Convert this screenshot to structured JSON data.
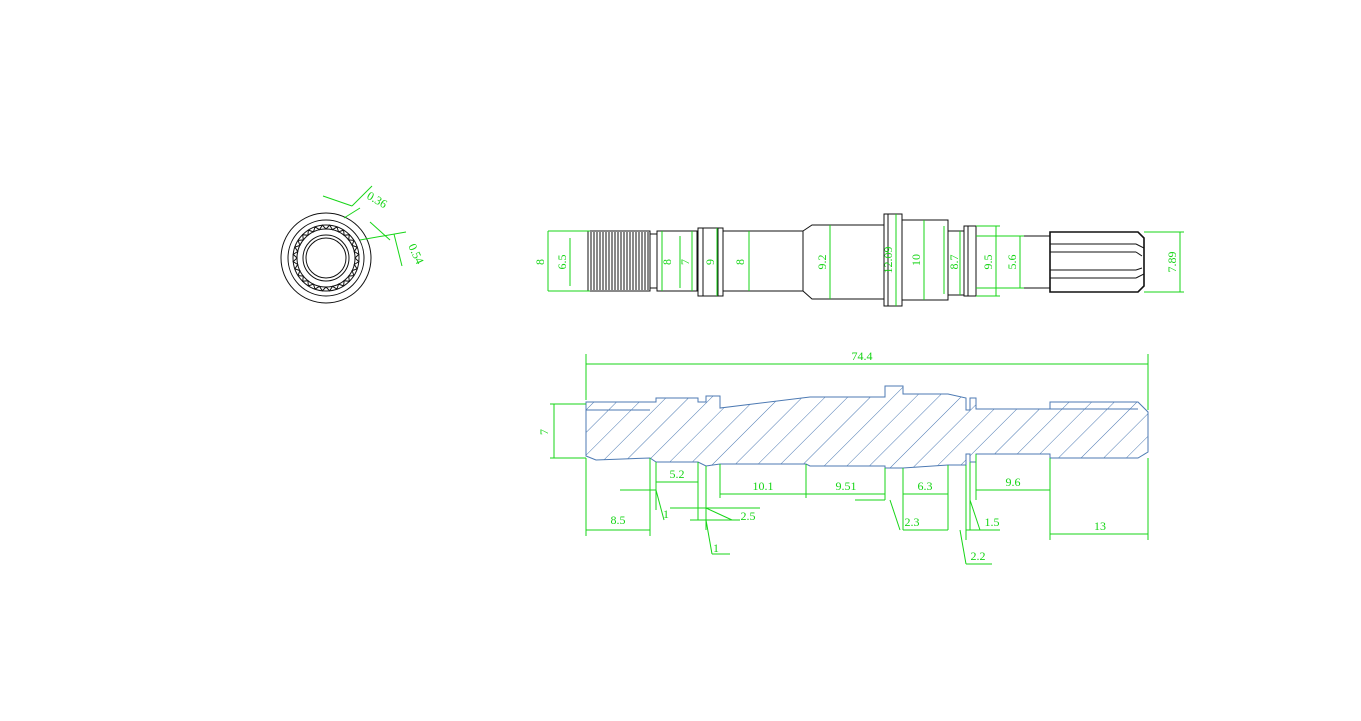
{
  "palette": {
    "dimension": "#16d516",
    "outline": "#111111",
    "section": "#4d7ab3",
    "background": "#ffffff"
  },
  "end_view": {
    "labels": [
      "0.36",
      "0.54"
    ]
  },
  "side_view": {
    "labels": [
      "8",
      "6.5",
      "8",
      "7",
      "9",
      "8",
      "9.2",
      "12.09",
      "10",
      "8.7",
      "9.5",
      "5.6",
      "7.89"
    ]
  },
  "section_view": {
    "overall": "74.4",
    "height": "7",
    "labels": [
      "5.2",
      "1",
      "2.5",
      "1",
      "8.5",
      "10.1",
      "9.51",
      "6.3",
      "2.3",
      "9.6",
      "1.5",
      "2.2",
      "13"
    ]
  }
}
